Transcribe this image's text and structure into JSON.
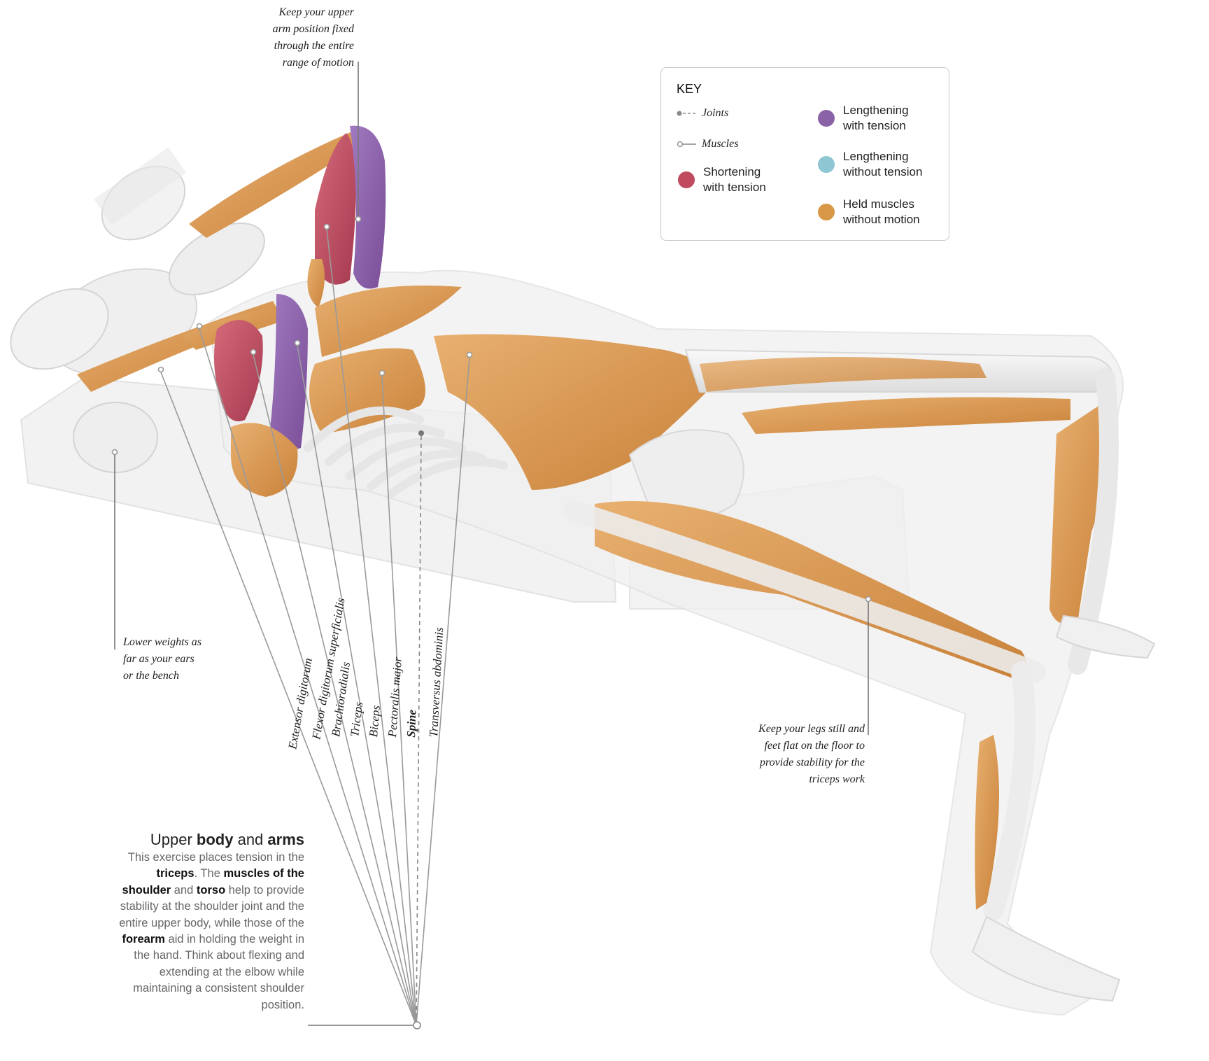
{
  "annotations": {
    "upper_arm": "Keep your upper arm position fixed through the entire range of motion",
    "upper_arm_lines": [
      "Keep your upper",
      "arm position fixed",
      "through the entire",
      "range of motion"
    ],
    "lower_weights_lines": [
      "Lower weights as",
      "far as your ears",
      "or the bench"
    ],
    "legs_lines": [
      "Keep your legs still and",
      "feet flat on the floor to",
      "provide stability for the",
      "triceps work"
    ]
  },
  "key": {
    "title": "KEY",
    "joints_label": "Joints",
    "muscles_label": "Muscles",
    "items": [
      {
        "line1": "Shortening",
        "line2": "with tension",
        "color": "#c04a5e"
      },
      {
        "line1": "Lengthening",
        "line2": "with tension",
        "color": "#8a62a6"
      },
      {
        "line1": "Lengthening",
        "line2": "without tension",
        "color": "#8fc6d4"
      },
      {
        "line1": "Held muscles",
        "line2": "without motion",
        "color": "#d99848"
      }
    ]
  },
  "muscle_labels": [
    {
      "text": "Extensor digitorum",
      "type": "muscle"
    },
    {
      "text": "Flexor digitorum superficialis",
      "type": "muscle"
    },
    {
      "text": "Brachioradialis",
      "type": "muscle"
    },
    {
      "text": "Triceps",
      "type": "muscle"
    },
    {
      "text": "Biceps",
      "type": "muscle"
    },
    {
      "text": "Pectoralis major",
      "type": "muscle"
    },
    {
      "text": "Spine",
      "type": "joint"
    },
    {
      "text": "Transversus abdominis",
      "type": "muscle"
    }
  ],
  "copy": {
    "heading_parts": [
      {
        "text": "Upper ",
        "bold": false
      },
      {
        "text": "body",
        "bold": true
      },
      {
        "text": " and ",
        "bold": false
      },
      {
        "text": "arms",
        "bold": true
      }
    ],
    "paragraph_parts": [
      {
        "text": "This exercise places tension in the ",
        "bold": false
      },
      {
        "text": "triceps",
        "bold": true
      },
      {
        "text": ". The ",
        "bold": false
      },
      {
        "text": "muscles of the shoulder",
        "bold": true
      },
      {
        "text": " and ",
        "bold": false
      },
      {
        "text": "torso",
        "bold": true
      },
      {
        "text": " help to provide stability at the shoulder joint and the entire upper body, while those of the ",
        "bold": false
      },
      {
        "text": "forearm",
        "bold": true
      },
      {
        "text": " aid in holding the weight in the hand. Think about flexing and extending at the elbow while maintaining a consistent shoulder position.",
        "bold": false
      }
    ]
  },
  "colors": {
    "shortening": "#c04a5e",
    "lengthening_tension": "#8a62a6",
    "lengthening_no_tension": "#8fc6d4",
    "held": "#d99848",
    "bone": "#ececec",
    "bench": "#f0f0f0"
  }
}
